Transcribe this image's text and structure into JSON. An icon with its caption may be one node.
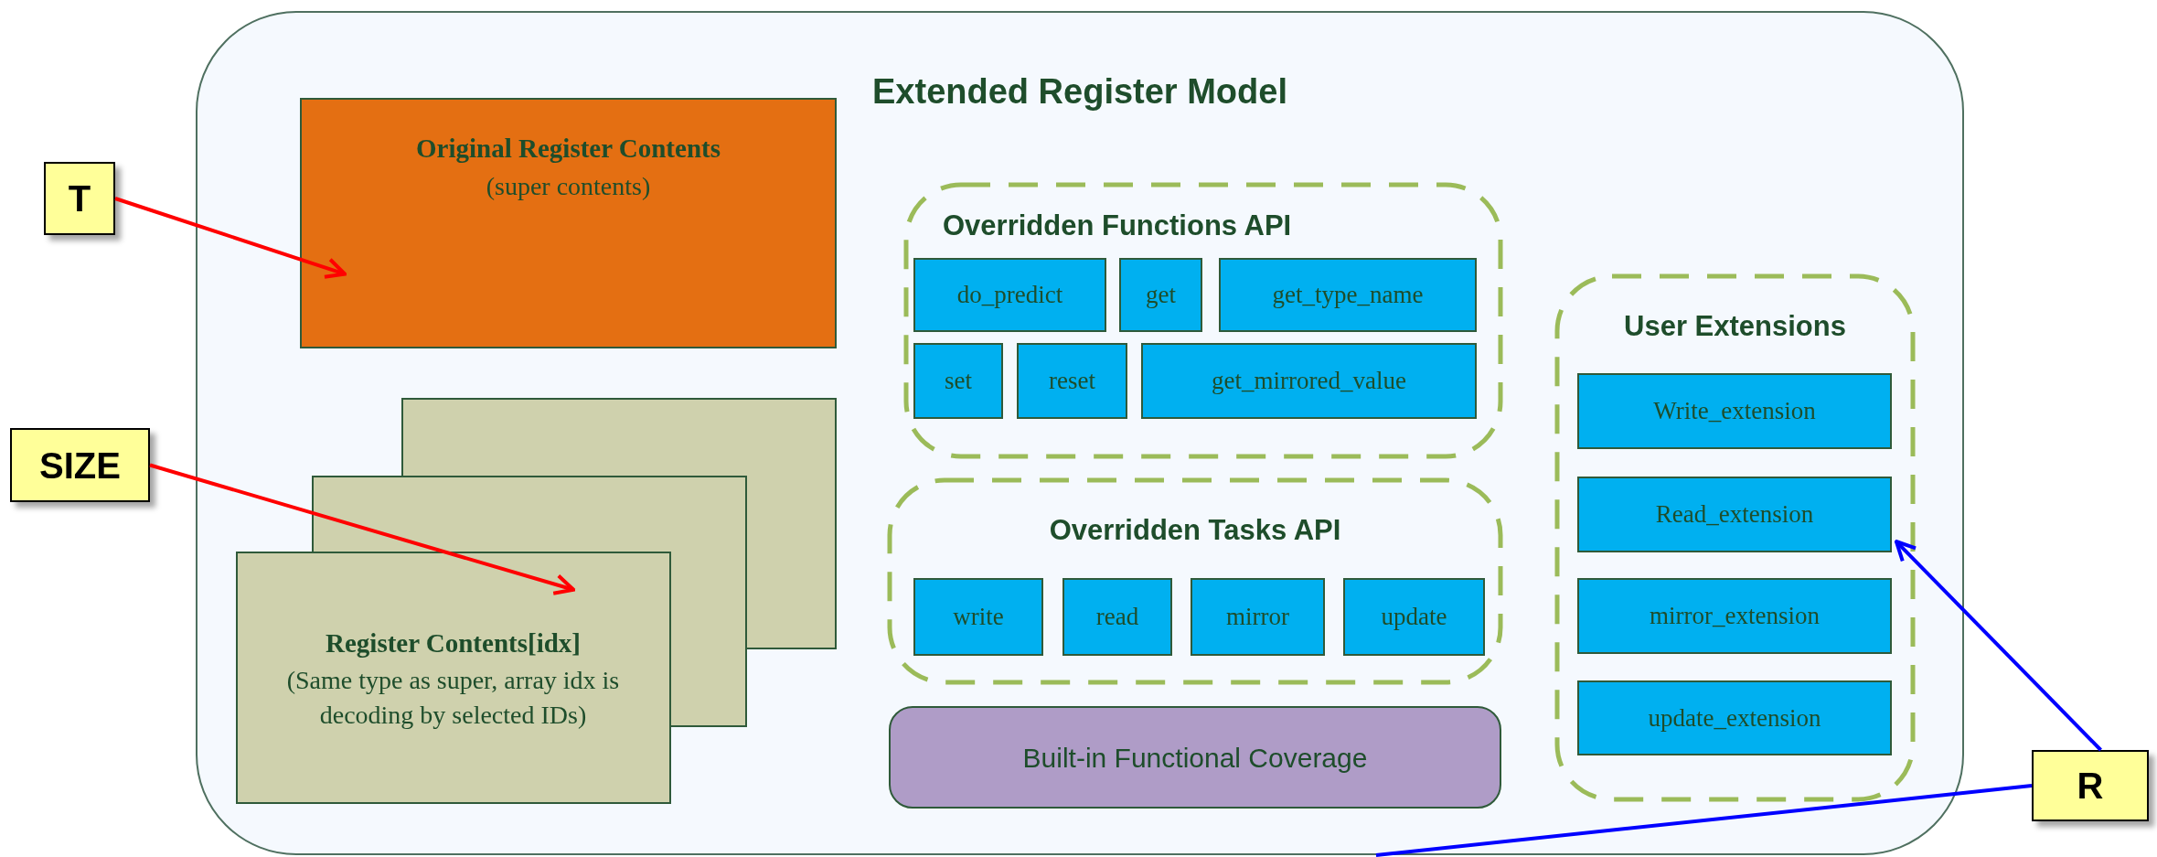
{
  "diagram": {
    "nodes": [
      {
        "text": [
          "Extended Register Model"
        ]
      },
      {
        "text": [
          "T"
        ]
      },
      {
        "text": [
          "Original Register Contents",
          "(super contents)"
        ],
        "in": 0
      },
      {
        "text": [
          "SIZE"
        ]
      },
      {
        "text": [
          "Register Contents[idx]",
          "(Same type as super, array idx is decoding by selected IDs)"
        ],
        "in": 0
      },
      {
        "text": [
          "Overridden Functions API"
        ],
        "in": 0
      },
      {
        "text": [
          "do_predict"
        ],
        "in": 5
      },
      {
        "text": [
          "get"
        ],
        "in": 5
      },
      {
        "text": [
          "get_type_name"
        ],
        "in": 5
      },
      {
        "text": [
          "set"
        ],
        "in": 5
      },
      {
        "text": [
          "reset"
        ],
        "in": 5
      },
      {
        "text": [
          "get_mirrored_value"
        ],
        "in": 5
      },
      {
        "text": [
          "Overridden Tasks API"
        ],
        "in": 0
      },
      {
        "text": [
          "write"
        ],
        "in": 12
      },
      {
        "text": [
          "read"
        ],
        "in": 12
      },
      {
        "text": [
          "mirror"
        ],
        "in": 12
      },
      {
        "text": [
          "update"
        ],
        "in": 12
      },
      {
        "text": [
          "Built-in Functional Coverage"
        ],
        "in": 0
      },
      {
        "text": [
          "User Extensions"
        ],
        "in": 0
      },
      {
        "text": [
          "Write_extension"
        ],
        "in": 18
      },
      {
        "text": [
          "Read_extension"
        ],
        "in": 18
      },
      {
        "text": [
          "mirror_extension"
        ],
        "in": 18
      },
      {
        "text": [
          "update_extension"
        ],
        "in": 18
      },
      {
        "text": [
          "R"
        ]
      }
    ],
    "edges": [
      {
        "from": 1,
        "to": 2,
        "arrow": "to",
        "color": "#ff0000"
      },
      {
        "from": 3,
        "to": 4,
        "arrow": "to",
        "color": "#ff0000"
      },
      {
        "from": 23,
        "to": 20,
        "arrow": "to",
        "color": "#0000ff"
      },
      {
        "from": 23,
        "to": 0,
        "arrow": "none",
        "color": "#0000ff"
      }
    ]
  }
}
